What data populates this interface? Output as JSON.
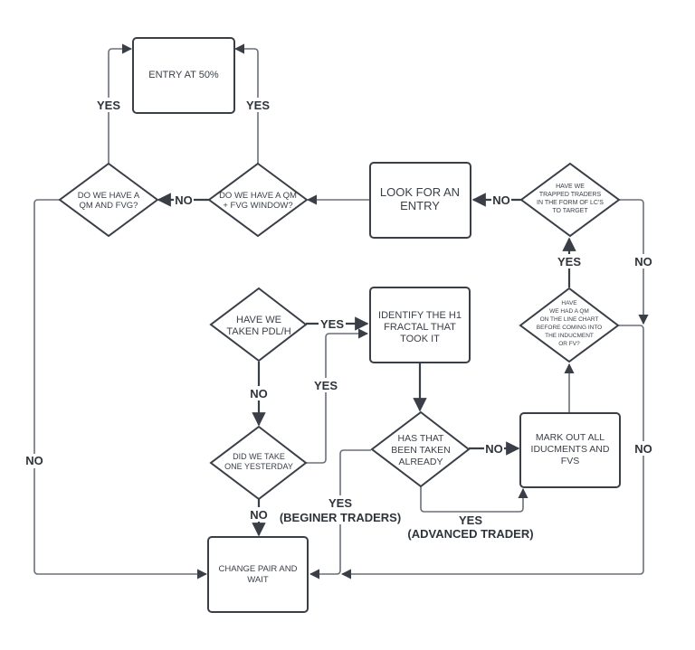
{
  "diagram": {
    "type": "flowchart",
    "colors": {
      "shape_stroke": "#3a3f47",
      "edge_stroke": "#6b7079",
      "text": "#3a3f47",
      "background": "#ffffff"
    },
    "nodes": {
      "entry_50": {
        "shape": "rectangle",
        "lines": [
          "ENTRY AT 50%"
        ]
      },
      "qm_and_fvg": {
        "shape": "diamond",
        "lines": [
          "DO WE HAVE A",
          "QM AND FVG?"
        ]
      },
      "qm_fvg_window": {
        "shape": "diamond",
        "lines": [
          "DO WE HAVE A QM",
          "+ FVG WINDOW?"
        ]
      },
      "look_for_entry": {
        "shape": "rectangle",
        "lines": [
          "LOOK FOR AN",
          "ENTRY"
        ]
      },
      "trapped_traders": {
        "shape": "diamond",
        "lines": [
          "HAVE WE",
          "TRAPPED TRADERS",
          "IN THE FORM OF LC'S",
          "TO TARGET"
        ]
      },
      "qm_line_chart": {
        "shape": "diamond",
        "lines": [
          "HAVE",
          "WE HAD A QM",
          "ON THE LINE CHART",
          "BEFORE COMING INTO",
          "THE INDUCMENT",
          "OR FV?"
        ]
      },
      "taken_pdl": {
        "shape": "diamond",
        "lines": [
          "HAVE WE",
          "TAKEN PDL/H"
        ]
      },
      "identify_h1": {
        "shape": "rectangle",
        "lines": [
          "IDENTIFY THE H1",
          "FRACTAL THAT",
          "TOOK IT"
        ]
      },
      "one_yesterday": {
        "shape": "diamond",
        "lines": [
          "DID WE TAKE",
          "ONE YESTERDAY"
        ]
      },
      "been_taken": {
        "shape": "diamond",
        "lines": [
          "HAS THAT",
          "BEEN TAKEN",
          "ALREADY"
        ]
      },
      "mark_out": {
        "shape": "rectangle",
        "lines": [
          "MARK OUT ALL",
          "IDUCMENTS AND",
          "FVS"
        ]
      },
      "change_pair": {
        "shape": "rectangle",
        "lines": [
          "CHANGE PAIR AND",
          "WAIT"
        ]
      }
    },
    "edges": [
      {
        "from": "qm_and_fvg",
        "to": "entry_50",
        "label": "YES"
      },
      {
        "from": "qm_fvg_window",
        "to": "entry_50",
        "label": "YES"
      },
      {
        "from": "qm_fvg_window",
        "to": "qm_and_fvg",
        "label": "NO"
      },
      {
        "from": "look_for_entry",
        "to": "qm_fvg_window",
        "label": ""
      },
      {
        "from": "trapped_traders",
        "to": "look_for_entry",
        "label": "NO"
      },
      {
        "from": "trapped_traders",
        "to": "qm_line_chart",
        "label": "NO"
      },
      {
        "from": "qm_line_chart",
        "to": "trapped_traders",
        "label": "YES"
      },
      {
        "from": "qm_line_chart",
        "to": "change_pair",
        "label": "NO"
      },
      {
        "from": "taken_pdl",
        "to": "identify_h1",
        "label": "YES"
      },
      {
        "from": "taken_pdl",
        "to": "one_yesterday",
        "label": "NO"
      },
      {
        "from": "one_yesterday",
        "to": "identify_h1",
        "label": "YES"
      },
      {
        "from": "one_yesterday",
        "to": "change_pair",
        "label": "NO"
      },
      {
        "from": "identify_h1",
        "to": "been_taken",
        "label": ""
      },
      {
        "from": "been_taken",
        "to": "mark_out",
        "label": "NO"
      },
      {
        "from": "been_taken",
        "to": "mark_out",
        "label": "YES",
        "sublabel": "(ADVANCED TRADER)"
      },
      {
        "from": "been_taken",
        "to": "change_pair",
        "label": "YES",
        "sublabel": "(BEGINER TRADERS)"
      },
      {
        "from": "mark_out",
        "to": "qm_line_chart",
        "label": ""
      },
      {
        "from": "qm_and_fvg",
        "to": "change_pair",
        "label": "NO"
      }
    ]
  }
}
